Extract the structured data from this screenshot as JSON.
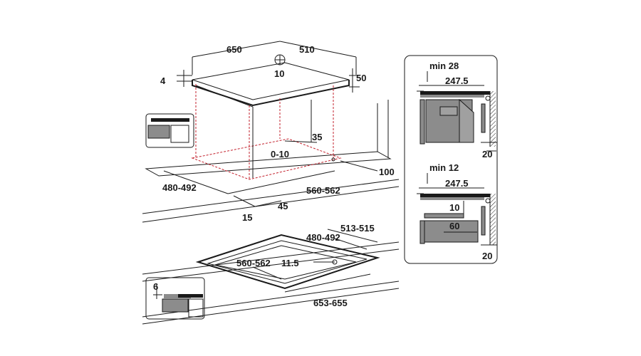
{
  "diagram": {
    "top_view": {
      "width_label": "650",
      "depth_label": "510",
      "center_label": "10",
      "thickness_label": "4",
      "height_label": "50"
    },
    "worktop_cutout": {
      "width_label": "560-562",
      "depth_label": "480-492",
      "front_gap_label": "15",
      "front_margin_label": "45",
      "rear_label": "35",
      "clearance_label": "0-10",
      "rear_margin_label": "100"
    },
    "flush_cutout": {
      "outer_depth_label": "513-515",
      "inner_depth_label": "480-492",
      "inner_width_label": "560-562",
      "radius_label": "11.5",
      "outer_width_label": "653-655",
      "step_label": "6"
    },
    "side_detail_top": {
      "min_label": "min 28",
      "span_label": "247.5",
      "wall_label": "20"
    },
    "side_detail_bottom": {
      "min_label": "min 12",
      "span_label": "247.5",
      "gap_label": "10",
      "vent_label": "60",
      "wall_label": "20"
    }
  }
}
